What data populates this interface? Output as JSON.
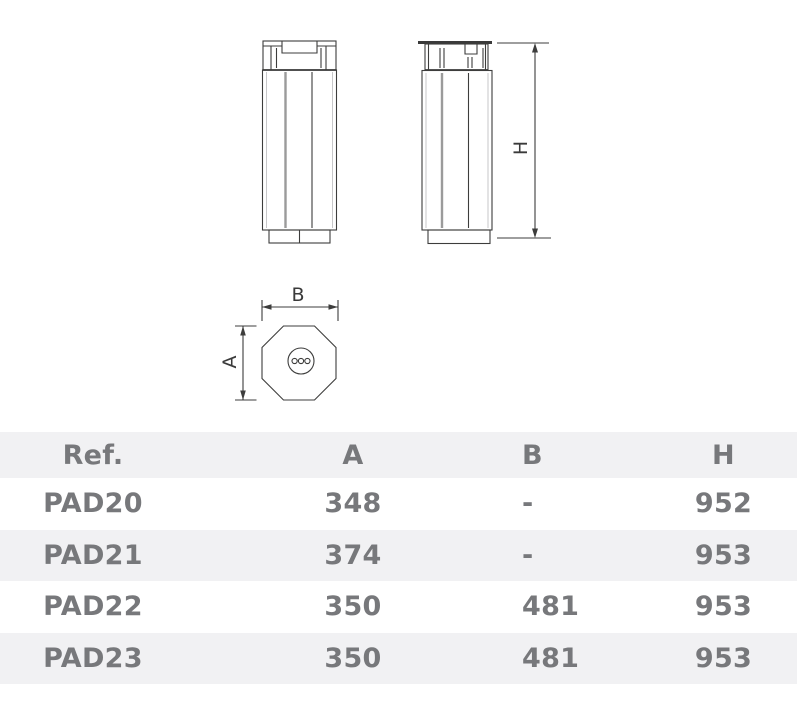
{
  "drawing": {
    "labels": {
      "height": "H",
      "side_a": "A",
      "side_b": "B"
    }
  },
  "table": {
    "headers": {
      "ref": "Ref.",
      "a": "A",
      "b": "B",
      "h": "H"
    },
    "rows": [
      {
        "ref": "PAD20",
        "a": "348",
        "b": "-",
        "h": "952"
      },
      {
        "ref": "PAD21",
        "a": "374",
        "b": "-",
        "h": "953"
      },
      {
        "ref": "PAD22",
        "a": "350",
        "b": "481",
        "h": "953"
      },
      {
        "ref": "PAD23",
        "a": "350",
        "b": "481",
        "h": "953"
      }
    ]
  },
  "colors": {
    "row_alt_bg": "#f1f1f3",
    "table_text": "#77787b",
    "drawing_line": "#3d3d3c",
    "facet_line": "#9b9b9b"
  }
}
